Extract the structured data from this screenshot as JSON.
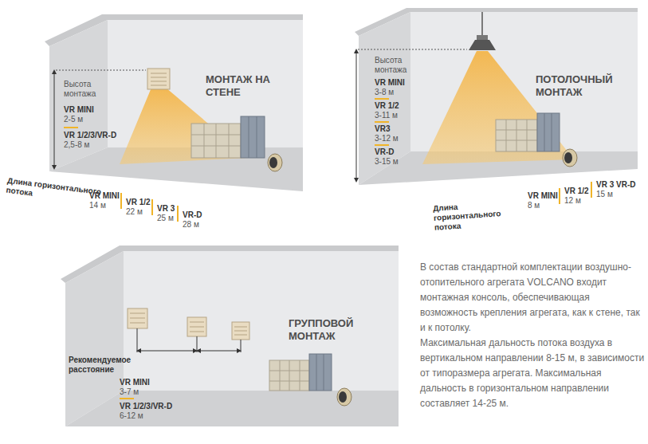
{
  "diagram": {
    "labels": [
      "Высота монтажа",
      "VR MINI",
      "2-5 м",
      "VR 1/2/3/VR-D",
      "2,5-8 м",
      "МОНТАЖ НА СТЕНЕ",
      "Длина горизонтального потока",
      "VR MINI",
      "14 м",
      "VR 1/2",
      "22 м",
      "VR 3",
      "25 м",
      "VR-D",
      "28 м",
      "Высота монтажа",
      "VR MINI",
      "3-8 м",
      "VR 1/2",
      "3-11 м",
      "VR3",
      "3-12 м",
      "VR-D",
      "3-15 м",
      "ПОТОЛОЧНЫЙ МОНТАЖ",
      "Длина горизонтального потока",
      "VR MINI",
      "8 м",
      "VR 1/2",
      "12 м",
      "VR 3 VR-D",
      "15 м",
      "ГРУППОВОЙ МОНТАЖ",
      "Рекомендуемое расстояние",
      "VR MINI",
      "3-7 м",
      "VR 1/2/3/VR-D",
      "6-12 м",
      "В состав стандартной комплектации воздушно-отопительного агрегата  VOLCANO входит монтажная консоль, обеспечивающая возможность крепления агрегата, как к стене, так и к потолку.",
      "Максимальная дальность  потока воздуха в вертикальном направлении 8-15 м, в зависимости от типоразмера агрегата.  Максимальная дальность в горизонтальном направлении составляет 14-25 м."
    ]
  }
}
